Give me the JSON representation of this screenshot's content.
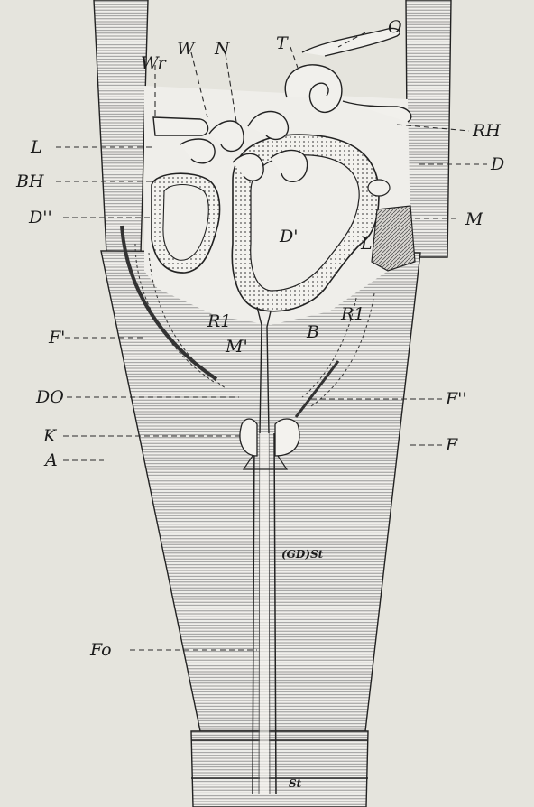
{
  "figure": {
    "background": "#e9e7e2",
    "ink": "#1c1c1c",
    "labels": {
      "O": "O",
      "T": "T",
      "N": "N",
      "W": "W",
      "Wr": "Wr",
      "L": "L",
      "BH": "BH",
      "D2": "D''",
      "RH": "RH",
      "D": "D",
      "M": "M",
      "Dp": "D'",
      "Lu": "L",
      "Fp": "F'",
      "R1a": "R1",
      "R1b": "R1",
      "Mt": "M'",
      "B": "B",
      "DO": "DO",
      "F2": "F''",
      "K": "K",
      "A": "A",
      "F": "F",
      "GDSt": "(GD)St",
      "Fo": "Fo",
      "St": "St"
    }
  }
}
